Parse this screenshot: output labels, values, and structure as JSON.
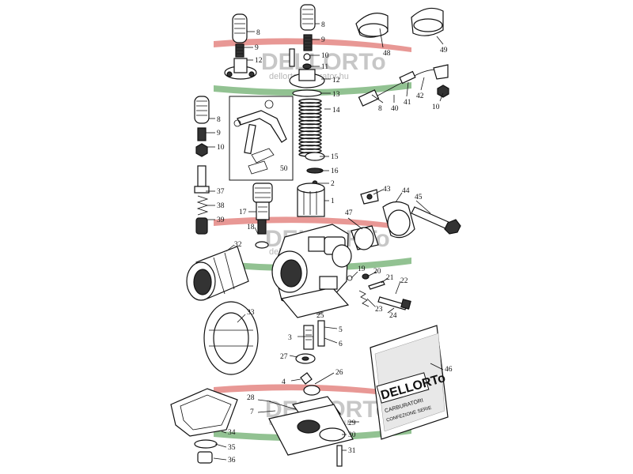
{
  "watermark": {
    "brand": "DELLORTo",
    "domain": "dellortocarburator.hu",
    "colors": {
      "red": "#d9534f",
      "green": "#4a9a4a"
    }
  },
  "bag": {
    "brand": "DELLORTo",
    "line1": "CARBURATORI",
    "line2": "CONFEZIONE SERIE"
  },
  "inset_label": "50",
  "callouts": [
    "1",
    "2",
    "3",
    "4",
    "5",
    "6",
    "7",
    "8",
    "9",
    "10",
    "11",
    "12",
    "13",
    "14",
    "15",
    "16",
    "17",
    "18",
    "19",
    "20",
    "21",
    "22",
    "23",
    "24",
    "25",
    "26",
    "27",
    "28",
    "29",
    "30",
    "31",
    "32",
    "33",
    "34",
    "35",
    "36",
    "37",
    "38",
    "39",
    "40",
    "41",
    "42",
    "43",
    "44",
    "45",
    "46",
    "47",
    "48",
    "49"
  ]
}
